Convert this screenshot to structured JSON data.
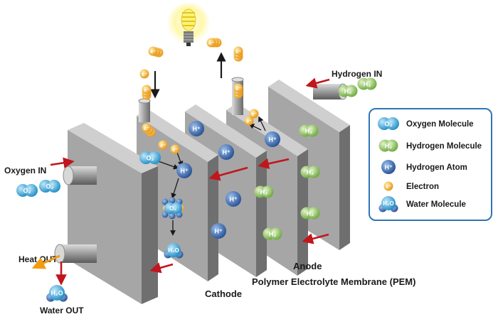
{
  "labels": {
    "oxygen_in": "Oxygen IN",
    "hydrogen_in": "Hydrogen IN",
    "heat_out": "Heat OUT",
    "water_out": "Water OUT",
    "anode": "Anode",
    "cathode": "Cathode",
    "pem": "Polymer Electrolyte Membrane (PEM)"
  },
  "symbols": {
    "o2": "O₂",
    "h2": "H₂",
    "h_plus": "H⁺",
    "electron": "e⁻",
    "h2o": "H₂O"
  },
  "legend": {
    "items": [
      {
        "label": "Oxygen Molecule",
        "icon": "oxygen-molecule-icon"
      },
      {
        "label": "Hydrogen Molecule",
        "icon": "hydrogen-molecule-icon"
      },
      {
        "label": "Hydrogen Atom",
        "icon": "hydrogen-atom-icon"
      },
      {
        "label": "Electron",
        "icon": "electron-icon"
      },
      {
        "label": "Water Molecule",
        "icon": "water-molecule-icon"
      }
    ]
  },
  "colors": {
    "plate_face": "#a6a6a6",
    "plate_side": "#6f6f6f",
    "oxygen": "#3aa6d8",
    "hydrogen": "#8cc152",
    "hydrogen_atom": "#3a6fb5",
    "electron": "#f2a623",
    "arrow_red": "#c0161c",
    "heat_arrow": "#f39c12",
    "legend_border": "#2e75b6"
  }
}
